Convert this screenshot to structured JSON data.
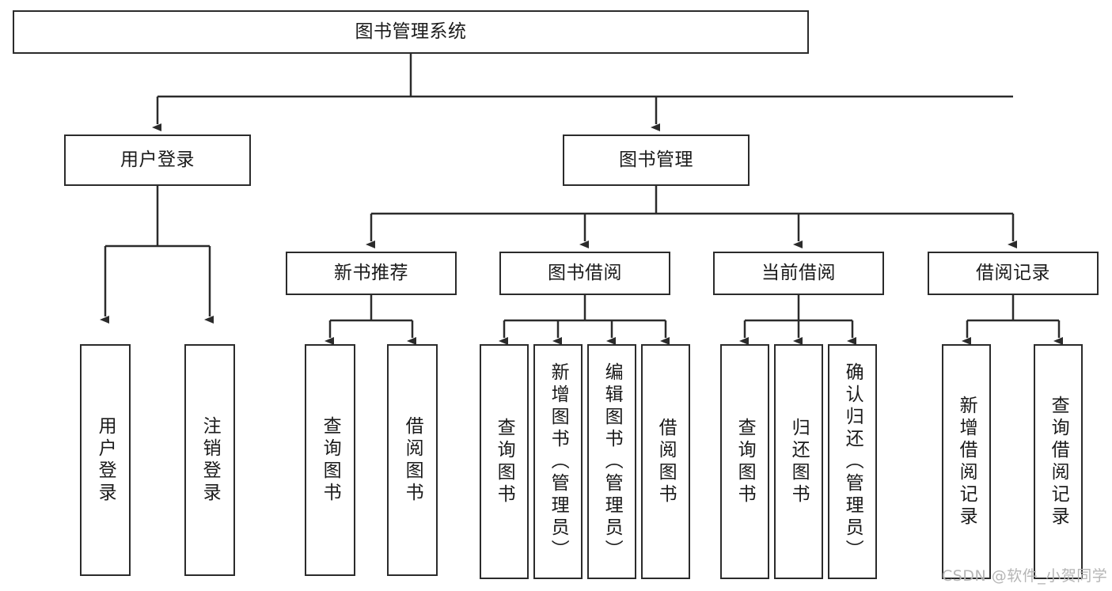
{
  "diagram": {
    "title": "图书管理系统",
    "type": "hierarchy-tree",
    "watermark": "CSDN @软件_小贺同学",
    "colors": {
      "stroke": "#2b2b2b",
      "fill": "#ffffff",
      "text": "#1a1a1a",
      "watermark": "#b5b5b5"
    },
    "root": {
      "label": "图书管理系统"
    },
    "level2": [
      {
        "label": "用户登录"
      },
      {
        "label": "图书管理"
      }
    ],
    "level3": [
      {
        "label": "新书推荐"
      },
      {
        "label": "图书借阅"
      },
      {
        "label": "当前借阅"
      },
      {
        "label": "借阅记录"
      }
    ],
    "leaves_user_login": [
      {
        "label": "用户登录"
      },
      {
        "label": "注销登录"
      }
    ],
    "leaves_new_book": [
      {
        "label": "查询图书"
      },
      {
        "label": "借阅图书"
      }
    ],
    "leaves_borrow": [
      {
        "label": "查询图书"
      },
      {
        "label": "新增图书（管理员）"
      },
      {
        "label": "编辑图书（管理员）"
      },
      {
        "label": "借阅图书"
      }
    ],
    "leaves_current": [
      {
        "label": "查询图书"
      },
      {
        "label": "归还图书"
      },
      {
        "label": "确认归还（管理员）"
      }
    ],
    "leaves_record": [
      {
        "label": "新增借阅记录"
      },
      {
        "label": "查询借阅记录"
      }
    ]
  }
}
